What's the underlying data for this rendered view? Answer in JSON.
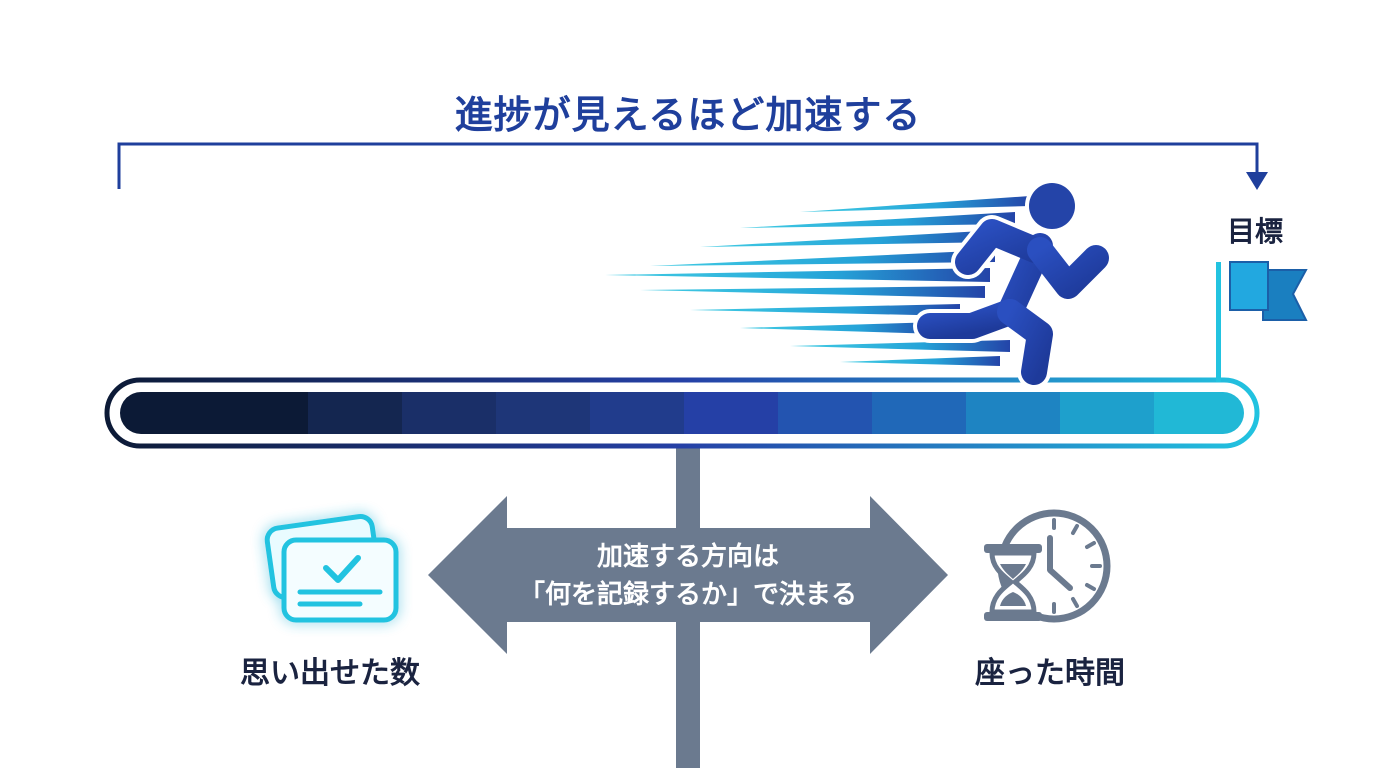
{
  "title": "進捗が見えるほど加速する",
  "goal_label": "目標",
  "center_arrow": {
    "line1": "加速する方向は",
    "line2": "「何を記録するか」で決まる"
  },
  "left_option": {
    "label": "思い出せた数",
    "icon": "checked-cards-icon"
  },
  "right_option": {
    "label": "座った時間",
    "icon": "clock-hourglass-icon"
  },
  "runner_icon": "running-person-icon",
  "flag_icon": "goal-flag-icon",
  "colors": {
    "title": "#1f3f9c",
    "bar_start": "#0c1a36",
    "bar_mid": "#2540a6",
    "bar_end": "#21b8d6",
    "arrow": "#6b7a8f",
    "accent_cyan": "#22c3e0",
    "runner": "#2444a8"
  }
}
